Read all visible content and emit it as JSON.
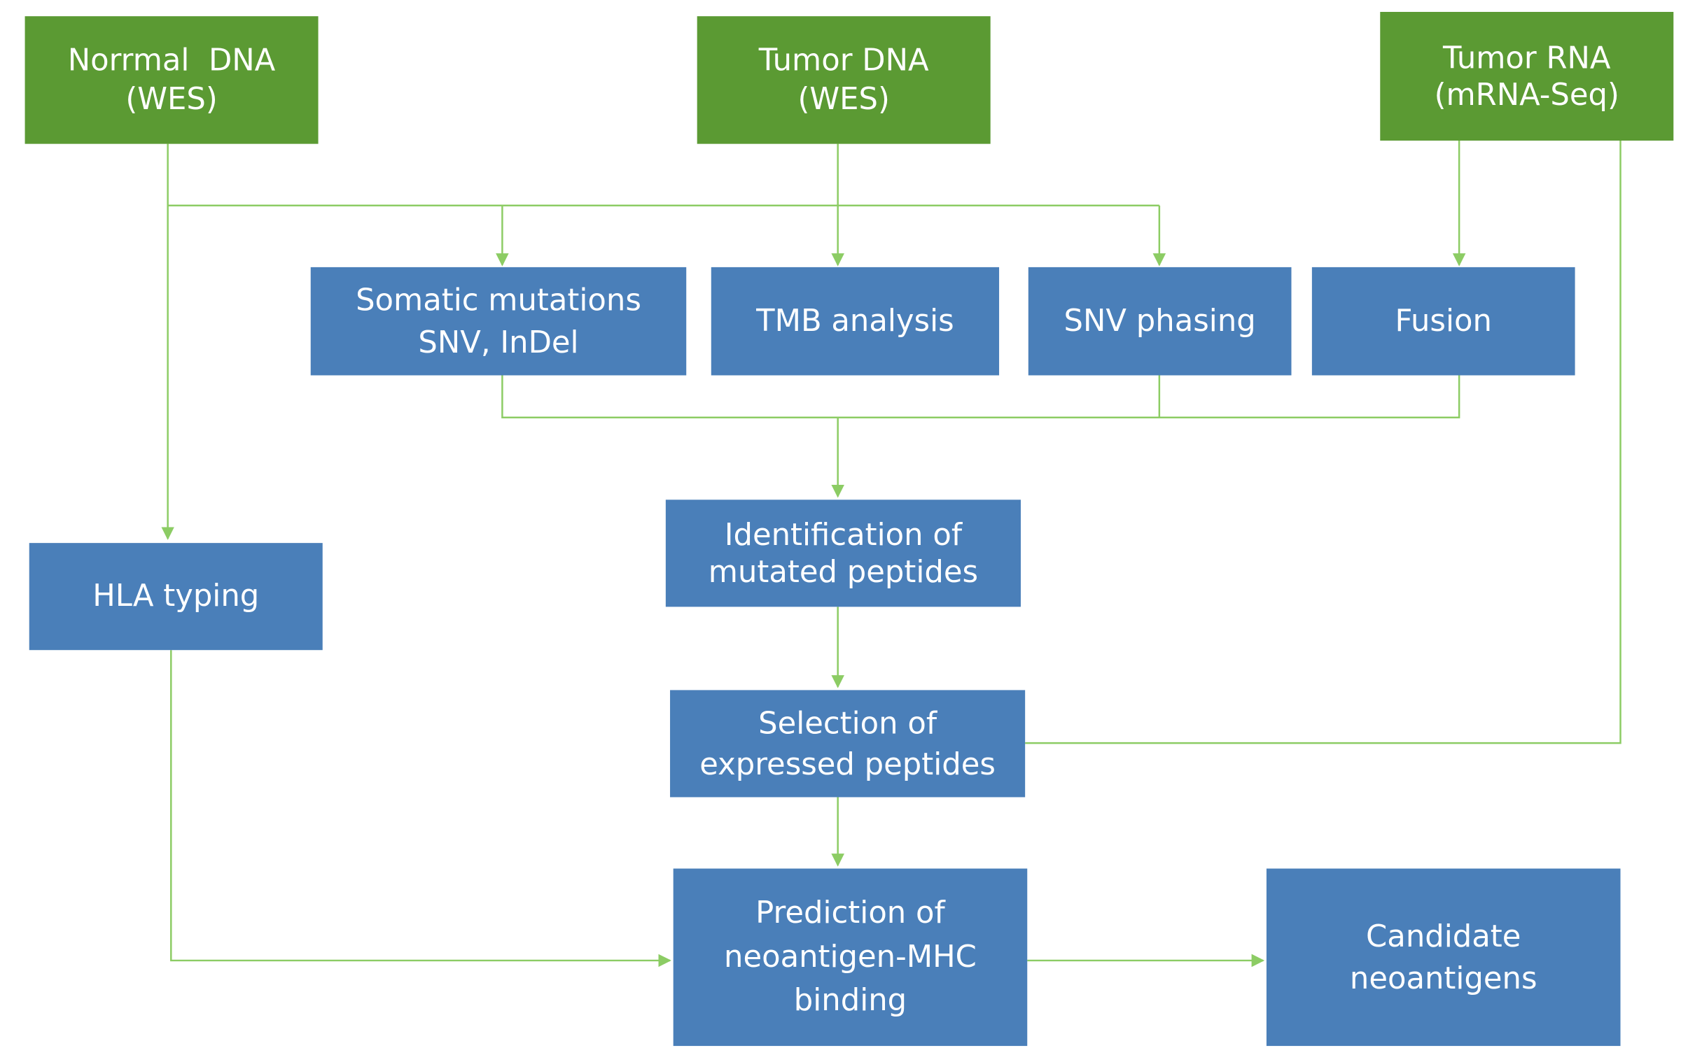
{
  "colors": {
    "source_node": "#5b9a33",
    "process_node": "#4a7fb9",
    "connector": "#8ccc64",
    "text": "#ffffff"
  },
  "nodes": {
    "normal_dna": {
      "line1": "Norrmal  DNA",
      "line2": "(WES)"
    },
    "tumor_dna": {
      "line1": "Tumor DNA",
      "line2": "(WES)"
    },
    "tumor_rna": {
      "line1": "Tumor RNA",
      "line2": "(mRNA-Seq)"
    },
    "somatic_mutations": {
      "line1": "Somatic mutations",
      "line2": "SNV, InDel"
    },
    "tmb_analysis": {
      "line1": "TMB analysis"
    },
    "snv_phasing": {
      "line1": "SNV phasing"
    },
    "fusion": {
      "line1": "Fusion"
    },
    "hla_typing": {
      "line1": "HLA typing"
    },
    "identification": {
      "line1": "Identification of",
      "line2": "mutated peptides"
    },
    "selection": {
      "line1": "Selection of",
      "line2": "expressed peptides"
    },
    "prediction": {
      "line1": "Prediction of",
      "line2": "neoantigen-MHC",
      "line3": "binding"
    },
    "candidate": {
      "line1": "Candidate",
      "line2": "neoantigens"
    }
  }
}
